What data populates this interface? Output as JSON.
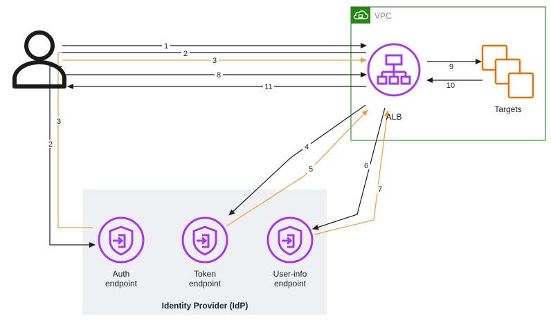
{
  "colors": {
    "vpc_border": "#3f9a3f",
    "vpc_badge": "#248814",
    "purple": "#a537ee",
    "orange": "#ed7100",
    "orange_line": "#f29b3b",
    "black_line": "#1a1a1a",
    "idp_bg": "#eef0f4"
  },
  "vpc": {
    "label": "VPC",
    "icon": "cloud-lock-icon"
  },
  "alb": {
    "label": "ALB",
    "icon": "load-balancer-icon"
  },
  "targets": {
    "label": "Targets",
    "icon": "stacked-squares-icon"
  },
  "user": {
    "icon": "user-icon"
  },
  "idp": {
    "label": "Identity Provider (IdP)",
    "endpoints": [
      {
        "line1": "Auth",
        "line2": "endpoint",
        "icon": "shield-sign-in-icon"
      },
      {
        "line1": "Token",
        "line2": "endpoint",
        "icon": "shield-sign-in-icon"
      },
      {
        "line1": "User-info",
        "line2": "endpoint",
        "icon": "shield-sign-in-icon"
      }
    ]
  },
  "steps": [
    "1",
    "2",
    "3",
    "8",
    "11",
    "9",
    "10",
    "3",
    "2",
    "4",
    "5",
    "6",
    "7"
  ]
}
